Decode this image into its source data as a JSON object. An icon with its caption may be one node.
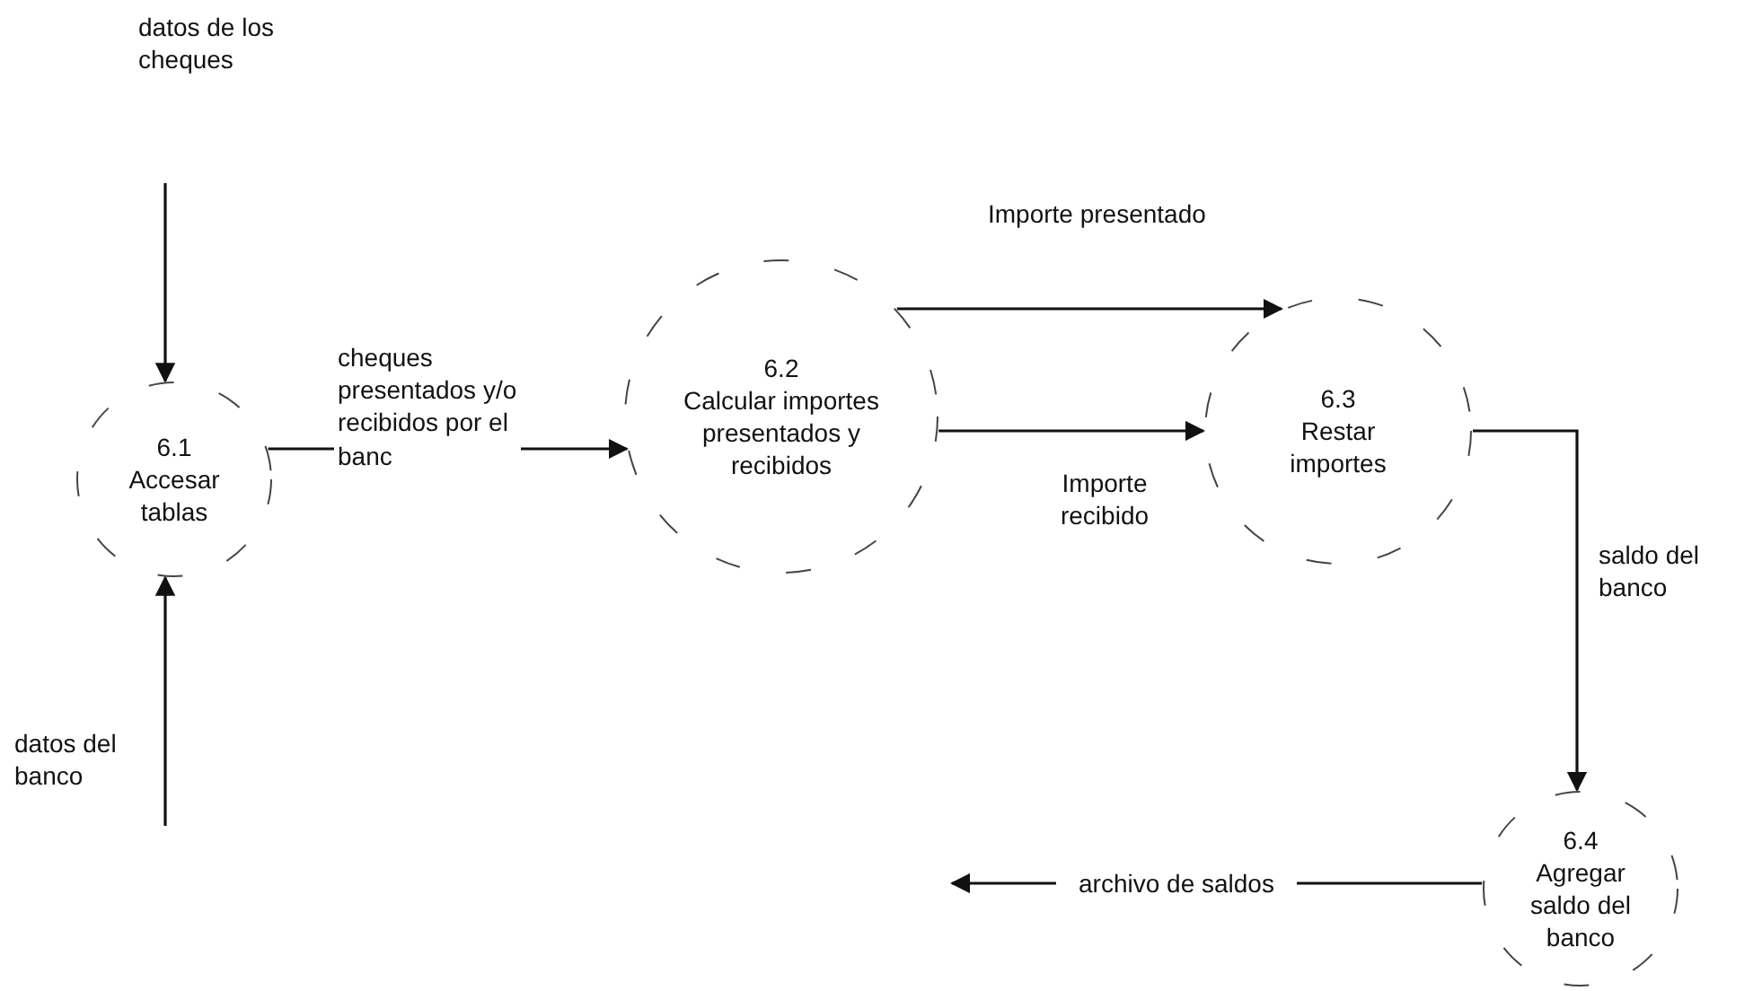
{
  "diagram": {
    "nodes": [
      {
        "text": [
          "6.1",
          "Accesar tablas"
        ]
      },
      {
        "text": [
          "6.2",
          "Calcular importes presentados y recibidos"
        ]
      },
      {
        "text": [
          "6.3",
          "Restar importes"
        ]
      },
      {
        "text": [
          "6.4",
          "Agregar saldo del banco"
        ]
      }
    ],
    "edges": [
      {
        "from": null,
        "to": 0,
        "arrow": "to",
        "label": "datos de los cheques"
      },
      {
        "from": null,
        "to": 0,
        "arrow": "to",
        "label": "datos del banco"
      },
      {
        "from": 0,
        "to": 1,
        "arrow": "to",
        "label": "cheques presentados y/o recibidos por el banc"
      },
      {
        "from": 1,
        "to": 2,
        "arrow": "to",
        "label": "Importe presentado"
      },
      {
        "from": 1,
        "to": 2,
        "arrow": "to",
        "label": "Importe recibido"
      },
      {
        "from": 2,
        "to": 3,
        "arrow": "to",
        "label": "saldo del banco"
      },
      {
        "from": 3,
        "to": null,
        "arrow": "to",
        "label": "archivo de saldos"
      }
    ]
  }
}
